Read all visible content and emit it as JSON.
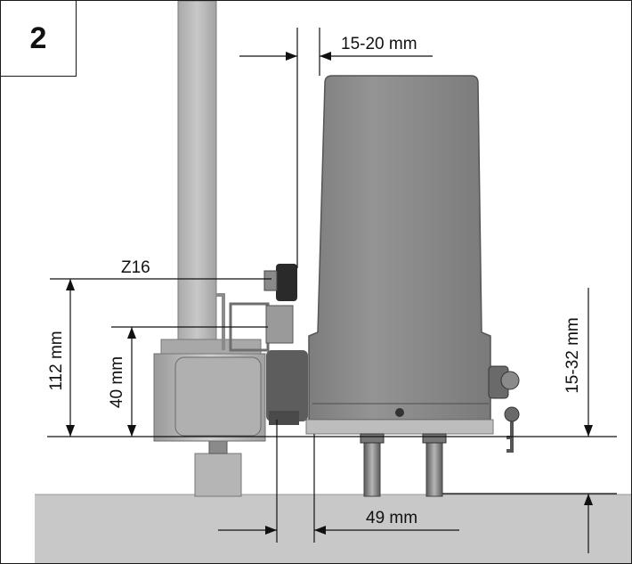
{
  "step_number": "2",
  "dimensions": {
    "gap_top": "15-20 mm",
    "gear": "Z16",
    "height_112": "112 mm",
    "height_40": "40 mm",
    "height_right": "15-32 mm",
    "offset_bottom": "49 mm"
  },
  "colors": {
    "motor_body": "#8e8e8e",
    "motor_dark": "#5d5d5d",
    "post": "#b9b9b9",
    "ground": "#c9c9c9",
    "line": "#111111"
  }
}
